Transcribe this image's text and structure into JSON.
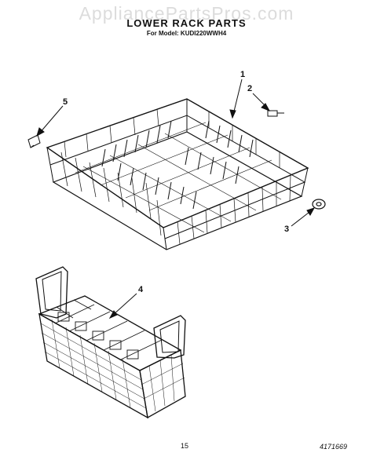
{
  "watermark": "AppliancePartsPros.com",
  "header": {
    "title": "LOWER RACK PARTS",
    "model_line": "For Model: KUDI220WWH4"
  },
  "callouts": {
    "c1": "1",
    "c2": "2",
    "c3": "3",
    "c4": "4",
    "c5": "5"
  },
  "footer": {
    "page_number": "15",
    "document_number": "4171669"
  },
  "colors": {
    "line": "#111111",
    "watermark": "#dcdcdc"
  }
}
